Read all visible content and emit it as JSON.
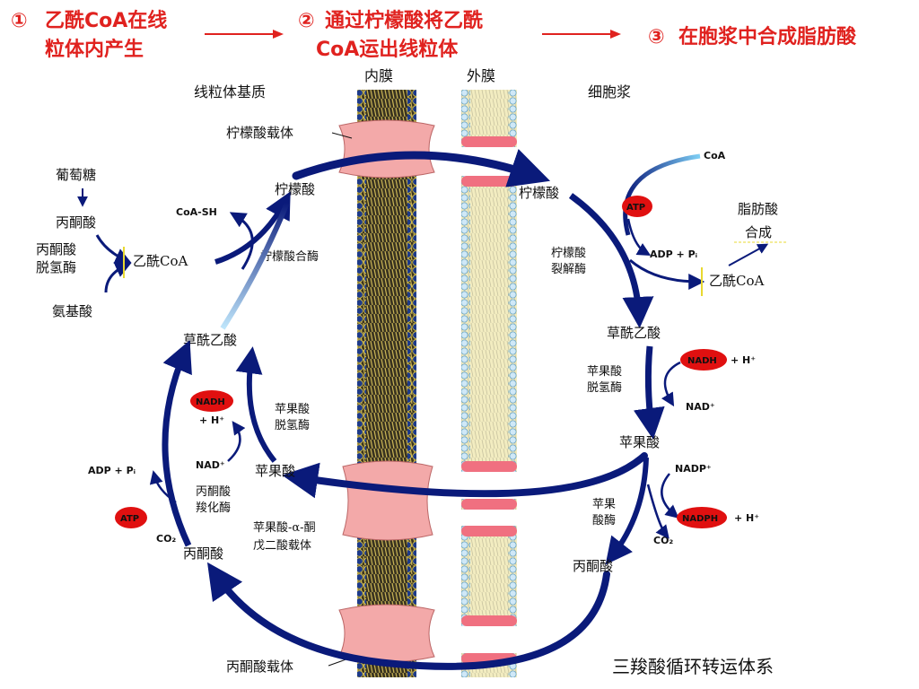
{
  "steps": {
    "step1": {
      "num": "①",
      "line1": "乙酰CoA在线",
      "line2": "粒体内产生"
    },
    "step2": {
      "num": "②",
      "line1": "通过柠檬酸将乙酰",
      "line2": "CoA运出线粒体"
    },
    "step3": {
      "num": "③",
      "line1": "在胞浆中合成脂肪酸"
    }
  },
  "regions": {
    "matrix": "线粒体基质",
    "inner_membrane": "内膜",
    "outer_membrane": "外膜",
    "cytoplasm": "细胞浆"
  },
  "transporters": {
    "citrate_carrier": "柠檬酸载体",
    "malate_carrier_1": "苹果酸-α-酮",
    "malate_carrier_2": "戊二酸载体",
    "pyruvate_carrier": "丙酮酸载体"
  },
  "matrix": {
    "glucose": "葡萄糖",
    "pyruvate_top": "丙酮酸",
    "pdh_1": "丙酮酸",
    "pdh_2": "脱氢酶",
    "acetyl_coa": "乙酰CoA",
    "amino_acid": "氨基酸",
    "coa_sh": "CoA-SH",
    "citrate": "柠檬酸",
    "citrate_synthase": "柠檬酸合酶",
    "oxaloacetate": "草酰乙酸",
    "nadh": "NADH",
    "h_plus": "+ H⁺",
    "mdh_1": "苹果酸",
    "mdh_2": "脱氢酶",
    "nad": "NAD⁺",
    "malate": "苹果酸",
    "adp_pi": "ADP + Pᵢ",
    "pc_1": "丙酮酸",
    "pc_2": "羧化酶",
    "atp": "ATP",
    "co2": "CO₂",
    "pyruvate_bottom": "丙酮酸"
  },
  "cytoplasm": {
    "coa": "CoA",
    "citrate": "柠檬酸",
    "atp": "ATP",
    "lyase_1": "柠檬酸",
    "lyase_2": "裂解酶",
    "adp_pi": "ADP + Pᵢ",
    "fatty_acid_1": "脂肪酸",
    "fatty_acid_2": "合成",
    "acetyl_coa": "乙酰CoA",
    "oxaloacetate": "草酰乙酸",
    "nadh": "NADH",
    "h_plus": "+ H⁺",
    "nad": "NAD⁺",
    "mdh_1": "苹果酸",
    "mdh_2": "脱氢酶",
    "malate": "苹果酸",
    "nadp": "NADP⁺",
    "me_1": "苹果",
    "me_2": "酸酶",
    "nadph": "NADPH",
    "h_plus2": "+ H⁺",
    "co2": "CO₂",
    "pyruvate": "丙酮酸"
  },
  "title": "三羧酸循环转运体系",
  "colors": {
    "step_red": "#e0221f",
    "arrow_dark": "#0a1a7a",
    "arrow_light": "#6fc3ee",
    "carrier_pink": "#f3a9a9",
    "atp_red": "#e01010",
    "inner_membrane_fill": "#3a3420",
    "membrane_bead_dark": "#1d3a8a",
    "outer_membrane_fill": "#f2ecc0",
    "outer_bead": "#cfe8f7",
    "outer_pink_band": "#f07080"
  }
}
